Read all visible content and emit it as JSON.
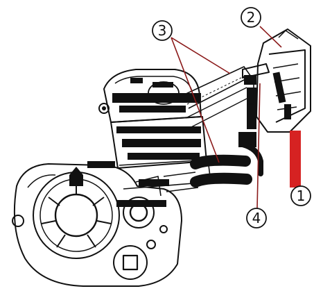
{
  "diagram": {
    "colors": {
      "ink": "#111111",
      "paper": "#ffffff",
      "leader": "#8b1a1a",
      "marker": "#d62222"
    },
    "callouts": [
      {
        "id": "callout-1",
        "label": "1"
      },
      {
        "id": "callout-2",
        "label": "2"
      },
      {
        "id": "callout-3",
        "label": "3"
      },
      {
        "id": "callout-4",
        "label": "4"
      }
    ]
  }
}
